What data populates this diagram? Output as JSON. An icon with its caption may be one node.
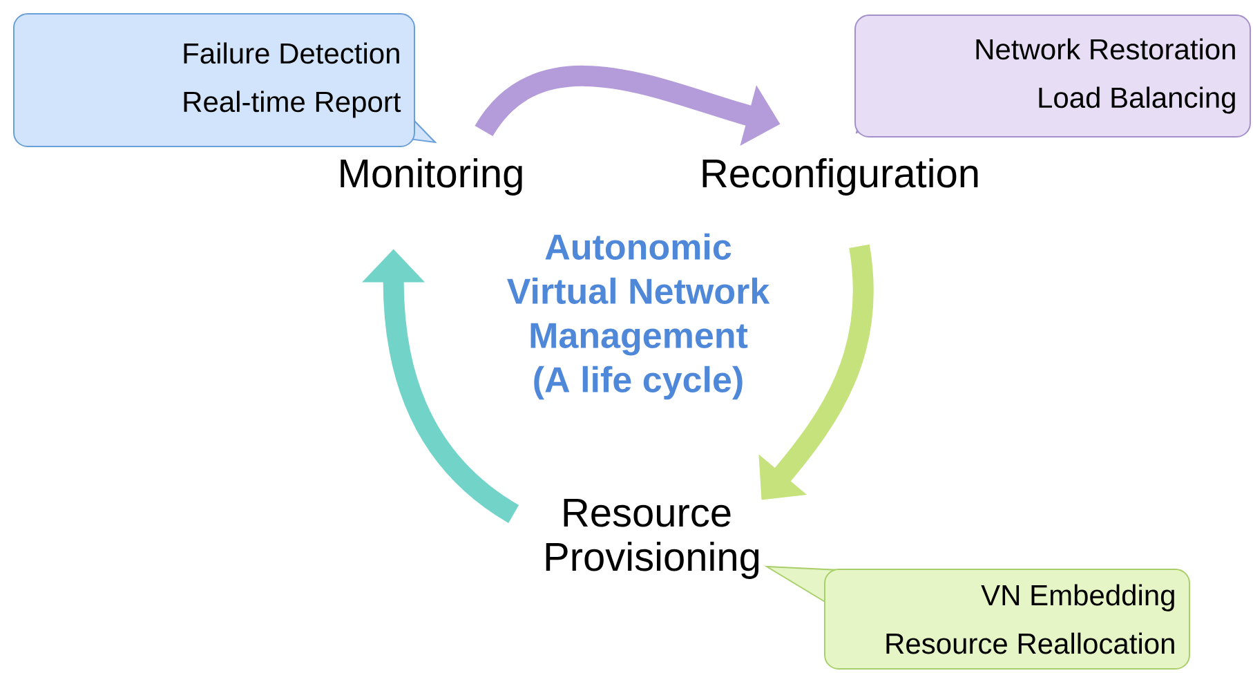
{
  "diagram": {
    "nodes": [
      {
        "text": [
          "Monitoring"
        ]
      },
      {
        "text": [
          "Reconfiguration"
        ]
      },
      {
        "text": [
          "Resource Provisioning"
        ]
      },
      {
        "text": [
          "Failure Detection",
          "Real-time Report"
        ]
      },
      {
        "text": [
          "Network Restoration",
          "Load Balancing"
        ]
      },
      {
        "text": [
          "VN Embedding",
          "Resource Reallocation"
        ]
      }
    ],
    "edges": [
      {
        "from": 0,
        "to": 1,
        "arrow": "to",
        "color": "#b49bd9"
      },
      {
        "from": 1,
        "to": 2,
        "arrow": "to",
        "color": "#c6e27c"
      },
      {
        "from": 2,
        "to": 0,
        "arrow": "to",
        "color": "#72d4c9"
      }
    ],
    "labels": [
      "Autonomic Virtual Network Management (A life cycle)"
    ]
  }
}
